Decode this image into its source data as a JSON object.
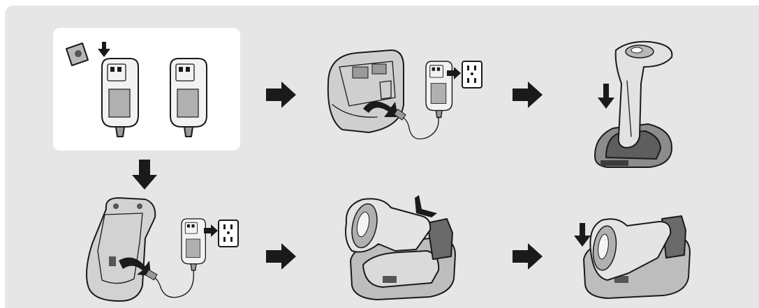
{
  "figure": {
    "background": "#e6e6e6",
    "highlight_box": "#ffffff",
    "device_light": "#dcdcdc",
    "device_mid": "#a9a9a9",
    "device_dark": "#555555",
    "ink": "#1a1a1a"
  },
  "steps": [
    {
      "id": "adapter-assembly",
      "icons": [
        "plug-adapter-icon",
        "power-adapter-icon"
      ]
    },
    {
      "id": "scanner-battery-cable",
      "icons": [
        "scanner-base-icon",
        "power-adapter-icon",
        "wall-outlet-icon"
      ]
    },
    {
      "id": "scanner-in-cradle",
      "icons": [
        "scanner-icon",
        "cradle-icon"
      ]
    },
    {
      "id": "cradle-cable",
      "icons": [
        "cradle-underside-icon",
        "power-adapter-icon",
        "wall-outlet-icon"
      ]
    },
    {
      "id": "scanner-slide-in",
      "icons": [
        "scanner-icon",
        "cradle-icon"
      ]
    },
    {
      "id": "scanner-docked",
      "icons": [
        "scanner-icon",
        "cradle-icon"
      ]
    }
  ],
  "arrows": [
    "right-arrow-icon",
    "right-arrow-icon",
    "down-arrow-icon",
    "right-arrow-icon",
    "right-arrow-icon"
  ]
}
